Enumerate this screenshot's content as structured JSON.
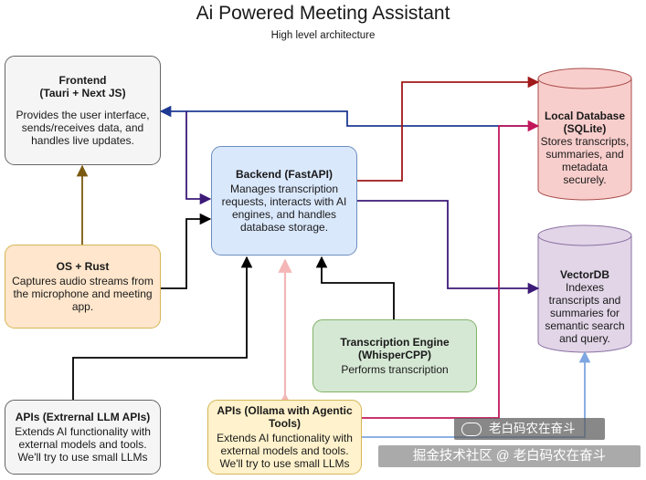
{
  "title": "Ai Powered Meeting Assistant",
  "subtitle": "High level architecture",
  "nodes": {
    "frontend": {
      "title": "Frontend",
      "subtitle": "(Tauri + Next JS)",
      "desc": "Provides the user interface, sends/receives data, and handles live updates."
    },
    "backend": {
      "title": "Backend (FastAPI)",
      "desc": "Manages transcription requests, interacts with AI engines, and handles database storage."
    },
    "os": {
      "title": "OS + Rust",
      "desc": "Captures audio streams from the microphone and meeting app."
    },
    "local_db": {
      "title": "Local Database",
      "subtitle": "(SQLite)",
      "desc": "Stores transcripts, summaries, and metadata securely."
    },
    "vector_db": {
      "title": "VectorDB",
      "desc": "Indexes transcripts and summaries for semantic search and query."
    },
    "transcription": {
      "title": "Transcription Engine",
      "subtitle": "(WhisperCPP)",
      "desc": "Performs transcription"
    },
    "apis_external": {
      "title": "APIs (Extrernal LLM APIs)",
      "desc": "Extends AI functionality with external models and tools. We'll try to use small LLMs"
    },
    "apis_ollama": {
      "title": "APIs (Ollama with Agentic Tools)",
      "desc": "Extends AI functionality with external models and tools. We'll try to use small LLMs"
    }
  },
  "colors": {
    "frontend_fill": "#f5f5f5",
    "backend_fill": "#dae8fc",
    "os_fill": "#ffe6cc",
    "local_db_fill": "#f8cecc",
    "vector_db_fill": "#e1d5e7",
    "transcription_fill": "#d5e8d4",
    "apis_external_fill": "#f5f5f5",
    "apis_ollama_fill": "#fff2cc",
    "edge_blue": "#1f3a93",
    "edge_darkred": "#a11818",
    "edge_purple": "#3d1a78",
    "edge_magenta": "#c2185b",
    "edge_black": "#000000",
    "edge_olive": "#7a5a10",
    "edge_pink": "#f4b6b6",
    "edge_lightblue": "#7ea6e0"
  },
  "watermarks": {
    "line1": "老白码农在奋斗",
    "line2": "掘金技术社区 @ 老白码农在奋斗",
    "icon": "wechat-icon"
  }
}
